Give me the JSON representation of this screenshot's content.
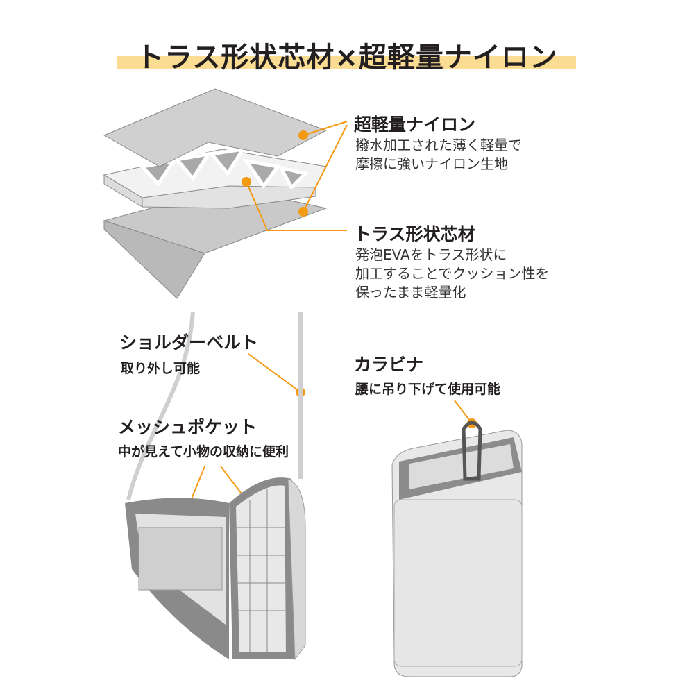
{
  "title": "トラス形状芯材×超軽量ナイロン",
  "colors": {
    "accent": "#f39a12",
    "highlight": "#fbdc93",
    "text": "#231f20"
  },
  "callouts": {
    "nylon": {
      "heading": "超軽量ナイロン",
      "lines": [
        "撥水加工された薄く軽量で",
        "摩擦に強いナイロン生地"
      ]
    },
    "truss": {
      "heading": "トラス形状芯材",
      "lines": [
        "発泡EVAをトラス形状に",
        "加工することでクッション性を",
        "保ったまま軽量化"
      ]
    },
    "shoulder": {
      "heading": "ショルダーベルト",
      "sub": "取り外し可能"
    },
    "mesh": {
      "heading": "メッシュポケット",
      "sub": "中が見えて小物の収納に便利"
    },
    "carabiner": {
      "heading": "カラビナ",
      "sub": "腰に吊り下げて使用可能"
    }
  }
}
